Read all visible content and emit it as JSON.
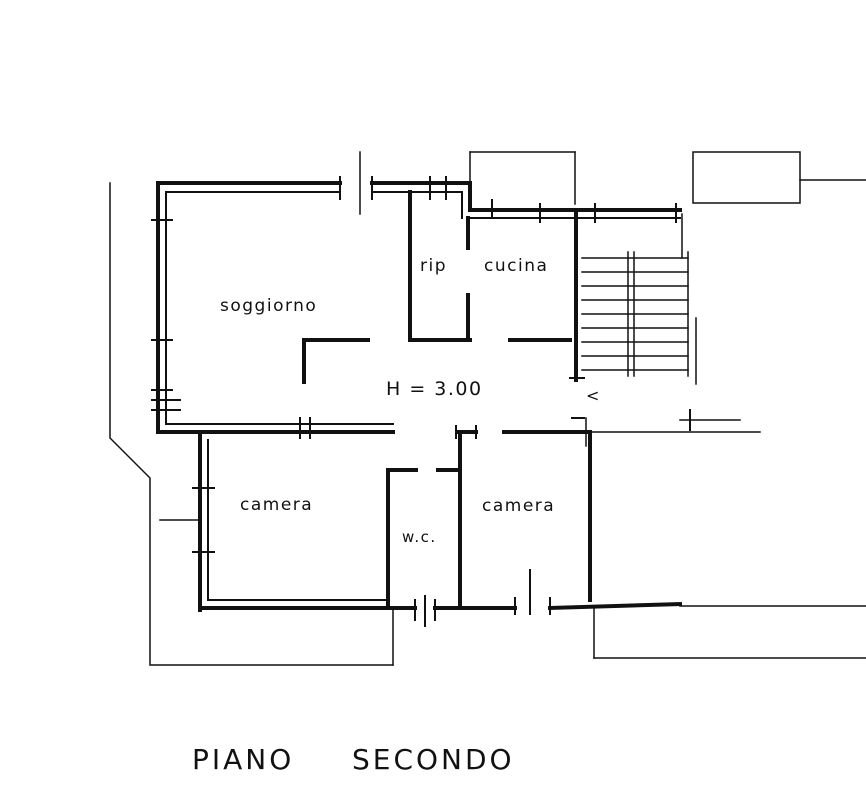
{
  "rooms": {
    "soggiorno": "soggiorno",
    "rip": "rip",
    "cucina": "cucina",
    "camera_left": "camera",
    "camera_right": "camera",
    "wc": "w.c."
  },
  "ceiling_height": "H = 3.00",
  "title": {
    "word1": "PIANO",
    "word2": "SECONDO"
  },
  "stair_arrow": "<",
  "colors": {
    "ink": "#111111",
    "background": "#ffffff"
  }
}
